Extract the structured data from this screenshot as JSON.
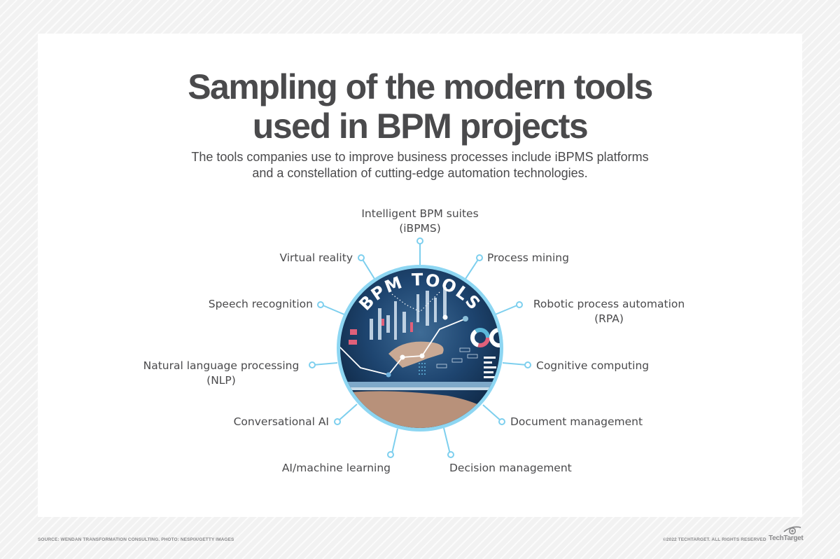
{
  "header": {
    "title_line1": "Sampling of the modern tools",
    "title_line2": "used in BPM projects",
    "subtitle_line1": "The tools companies use to improve business processes include iBPMS platforms",
    "subtitle_line2": "and a constellation of cutting-edge automation technologies."
  },
  "hub": {
    "label": "BPM TOOLS",
    "image_description": "hand touching a tablet with financial charts overlay",
    "accent_color": "#7dcfee",
    "ring_color": "#5bbde6"
  },
  "tools": [
    {
      "id": "ibpms",
      "line1": "Intelligent BPM suites",
      "line2": "(iBPMS)"
    },
    {
      "id": "process-mining",
      "line1": "Process mining",
      "line2": ""
    },
    {
      "id": "rpa",
      "line1": "Robotic process automation",
      "line2": "(RPA)"
    },
    {
      "id": "cognitive-computing",
      "line1": "Cognitive computing",
      "line2": ""
    },
    {
      "id": "document-management",
      "line1": "Document management",
      "line2": ""
    },
    {
      "id": "decision-management",
      "line1": "Decision management",
      "line2": ""
    },
    {
      "id": "ai-ml",
      "line1": "AI/machine learning",
      "line2": ""
    },
    {
      "id": "conversational-ai",
      "line1": "Conversational AI",
      "line2": ""
    },
    {
      "id": "nlp",
      "line1": "Natural language processing",
      "line2": "(NLP)"
    },
    {
      "id": "speech-recognition",
      "line1": "Speech recognition",
      "line2": ""
    },
    {
      "id": "virtual-reality",
      "line1": "Virtual reality",
      "line2": ""
    }
  ],
  "footer": {
    "source": "SOURCE: WENDAN TRANSFORMATION CONSULTING. PHOTO: NESPIX/GETTY IMAGES",
    "copyright": "©2022 TECHTARGET. ALL RIGHTS RESERVED",
    "logo_text": "TechTarget"
  },
  "colors": {
    "text": "#4a4a4c",
    "connector": "#7dcfee",
    "hub_dark": "#1b3a5c",
    "background": "#f2f2f2",
    "card": "#ffffff"
  }
}
